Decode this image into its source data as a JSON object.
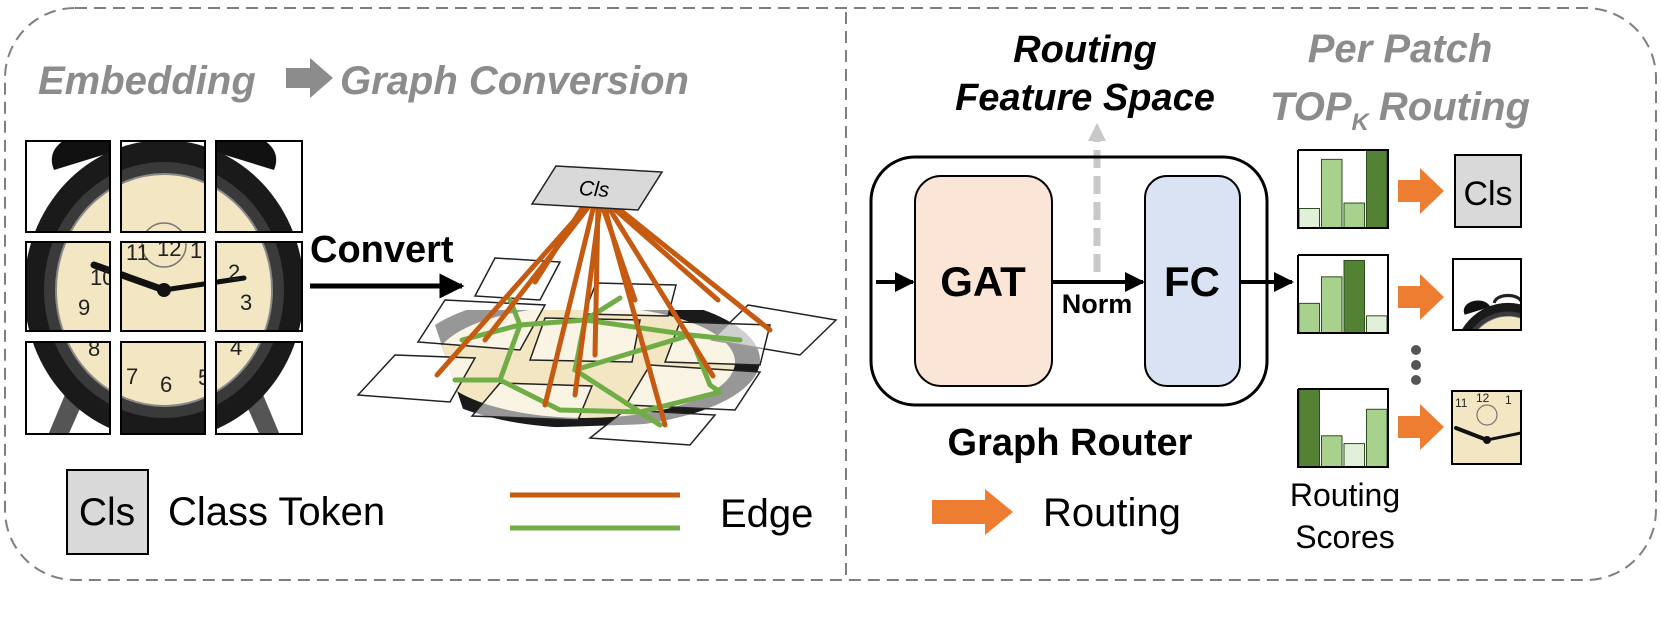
{
  "left_panel": {
    "title_part1": "Embedding",
    "title_part2": "Graph Conversion",
    "convert_label": "Convert",
    "cls_token_text": "Cls",
    "legend_cls_text": "Cls",
    "legend_class_token": "Class Token",
    "legend_edge": "Edge",
    "clock_numerals": [
      "12",
      "1",
      "2",
      "3",
      "4",
      "5",
      "6",
      "7",
      "8",
      "9",
      "10",
      "11"
    ]
  },
  "right_panel": {
    "routing_feature_line1": "Routing",
    "routing_feature_line2": "Feature Space",
    "per_patch_line1": "Per Patch",
    "per_patch_line2_main": "TOP",
    "per_patch_line2_sub": "K",
    "per_patch_line2_rest": "Routing",
    "gat_label": "GAT",
    "fc_label": "FC",
    "norm_label": "Norm",
    "graph_router_label": "Graph Router",
    "routing_legend": "Routing",
    "scores_line1": "Routing",
    "scores_line2": "Scores",
    "output_cls_text": "Cls",
    "score_charts": [
      [
        0.25,
        0.88,
        0.32,
        1.0
      ],
      [
        0.38,
        0.72,
        0.93,
        0.22
      ],
      [
        1.0,
        0.4,
        0.3,
        0.74
      ]
    ]
  },
  "colors": {
    "border_dashed": "#7f7f7f",
    "title_gray": "#8c8c8c",
    "edge_orange": "#c55a11",
    "edge_green": "#70ad47",
    "routing_arrow": "#ed7d31",
    "gat_fill": "#fbe5d6",
    "fc_fill": "#dae3f3",
    "bar_light": "#e2f0d9",
    "bar_mid": "#a9d18e",
    "bar_dark": "#548235",
    "cls_fill": "#d9d9d9",
    "clock_face": "#f3e7c3",
    "clock_body": "#1a1a1a"
  }
}
